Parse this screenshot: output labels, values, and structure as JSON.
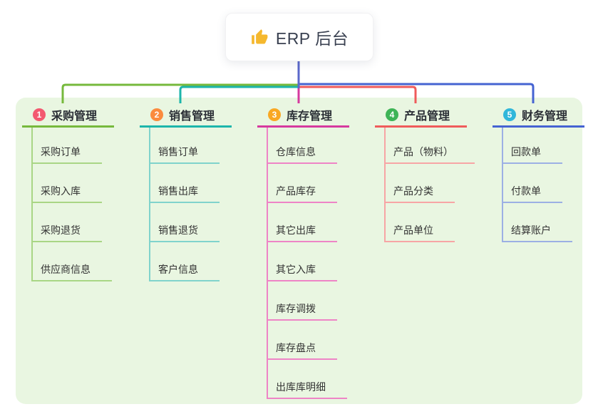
{
  "root": {
    "title": "ERP 后台",
    "icon": "thumbs-up-icon",
    "icon_color": "#f5b82e"
  },
  "branches": [
    {
      "index": "1",
      "label": "采购管理",
      "color": "#76b93c",
      "light_color": "#a9d685",
      "badge_color": "#f35970",
      "children": [
        "采购订单",
        "采购入库",
        "采购退货",
        "供应商信息"
      ]
    },
    {
      "index": "2",
      "label": "销售管理",
      "color": "#1db5ab",
      "light_color": "#80d3cc",
      "badge_color": "#fb8b3e",
      "children": [
        "销售订单",
        "销售出库",
        "销售退货",
        "客户信息"
      ]
    },
    {
      "index": "3",
      "label": "库存管理",
      "color": "#d63a9f",
      "light_color": "#ee84c6",
      "badge_color": "#f9a823",
      "children": [
        "仓库信息",
        "产品库存",
        "其它出库",
        "其它入库",
        "库存调拨",
        "库存盘点",
        "出库库明细"
      ]
    },
    {
      "index": "4",
      "label": "产品管理",
      "color": "#ef5b5b",
      "light_color": "#f7a5a5",
      "badge_color": "#3eb456",
      "children": [
        "产品（物料）",
        "产品分类",
        "产品单位"
      ]
    },
    {
      "index": "5",
      "label": "财务管理",
      "color": "#4563d2",
      "light_color": "#9cb0e4",
      "badge_color": "#30b7da",
      "children": [
        "回款单",
        "付款单",
        "结算账户"
      ]
    }
  ],
  "colors": {
    "canvas_bg": "#ffffff",
    "panel_bg": "#e9f6e1",
    "root_line": "#5a68cb",
    "header_text": "#2b2f36",
    "child_text": "#333333"
  }
}
